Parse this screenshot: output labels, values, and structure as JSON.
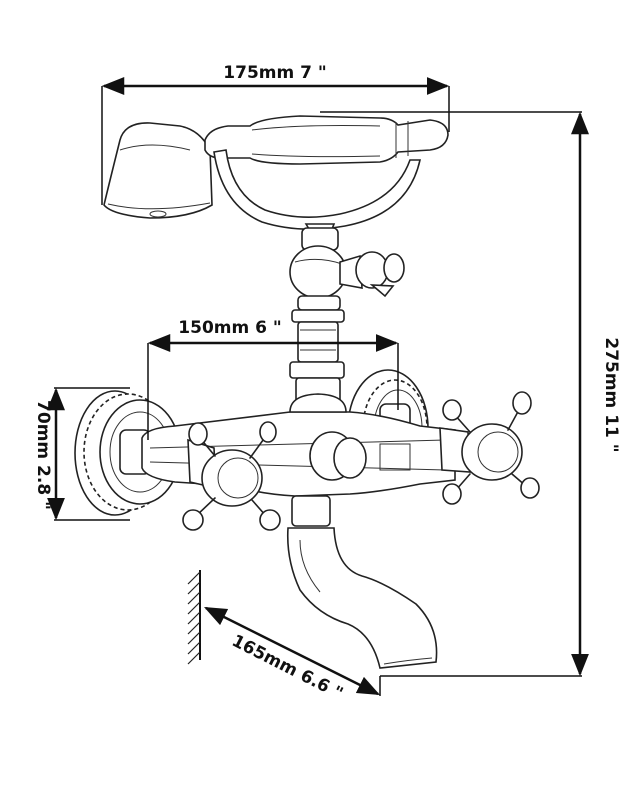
{
  "dimensions": {
    "hand_shower_width": "175mm 7 \"",
    "center_distance": "150mm 6 \"",
    "total_height": "275mm 11 \"",
    "flange_diameter": "70mm 2.8 \"",
    "spout_reach": "165mm 6.6 \""
  },
  "colors": {
    "ink": "#111111",
    "paper": "#ffffff"
  }
}
